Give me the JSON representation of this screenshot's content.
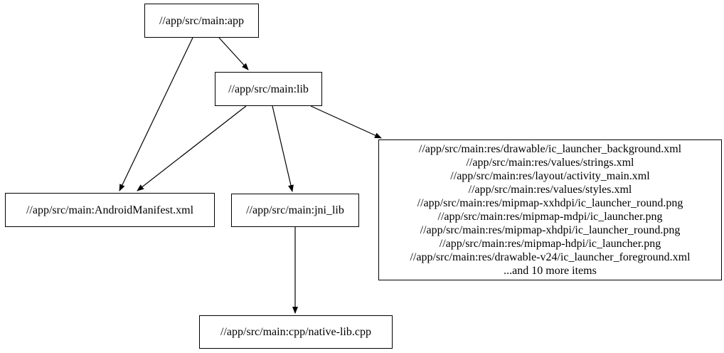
{
  "graph": {
    "background_color": "#ffffff",
    "node_border_color": "#000000",
    "edge_color": "#000000",
    "text_color": "#000000",
    "nodes": {
      "app": {
        "label": "//app/src/main:app"
      },
      "lib": {
        "label": "//app/src/main:lib"
      },
      "manifest": {
        "label": "//app/src/main:AndroidManifest.xml"
      },
      "jni_lib": {
        "label": "//app/src/main:jni_lib"
      },
      "res_group": {
        "lines": [
          "//app/src/main:res/drawable/ic_launcher_background.xml",
          "//app/src/main:res/values/strings.xml",
          "//app/src/main:res/layout/activity_main.xml",
          "//app/src/main:res/values/styles.xml",
          "//app/src/main:res/mipmap-xxhdpi/ic_launcher_round.png",
          "//app/src/main:res/mipmap-mdpi/ic_launcher.png",
          "//app/src/main:res/mipmap-xhdpi/ic_launcher_round.png",
          "//app/src/main:res/mipmap-hdpi/ic_launcher.png",
          "//app/src/main:res/drawable-v24/ic_launcher_foreground.xml",
          "...and 10 more items"
        ]
      },
      "native_lib": {
        "label": "//app/src/main:cpp/native-lib.cpp"
      }
    },
    "edges": [
      {
        "from": "//app/src/main:app",
        "to": "//app/src/main:lib"
      },
      {
        "from": "//app/src/main:app",
        "to": "//app/src/main:AndroidManifest.xml"
      },
      {
        "from": "//app/src/main:lib",
        "to": "//app/src/main:AndroidManifest.xml"
      },
      {
        "from": "//app/src/main:lib",
        "to": "//app/src/main:jni_lib"
      },
      {
        "from": "//app/src/main:lib",
        "to": "//app/src/main:res group"
      },
      {
        "from": "//app/src/main:jni_lib",
        "to": "//app/src/main:cpp/native-lib.cpp"
      }
    ]
  }
}
